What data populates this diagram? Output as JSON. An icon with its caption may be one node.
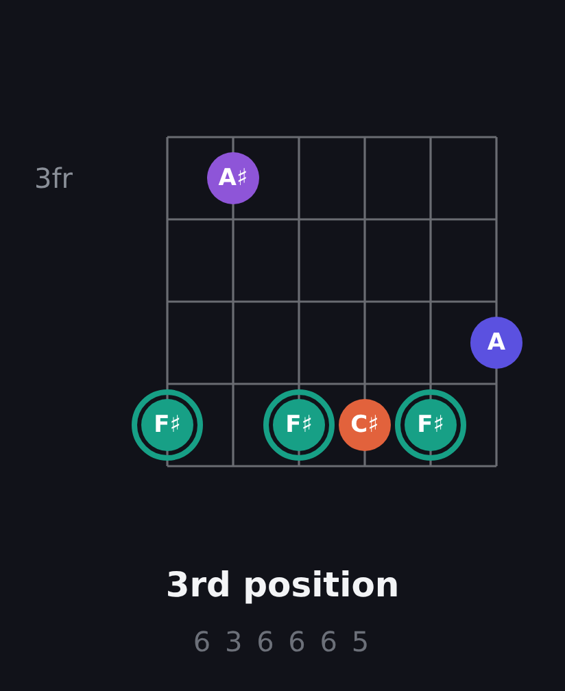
{
  "diagram": {
    "title": "3rd position",
    "nodes": [
      {
        "text": [
          "A♯"
        ]
      },
      {
        "text": [
          "A"
        ]
      },
      {
        "text": [
          "F♯"
        ]
      },
      {
        "text": [
          "F♯"
        ]
      },
      {
        "text": [
          "C♯"
        ]
      },
      {
        "text": [
          "F♯"
        ]
      }
    ],
    "labels": [
      "3fr",
      "6 3 6 6 6 5"
    ]
  }
}
